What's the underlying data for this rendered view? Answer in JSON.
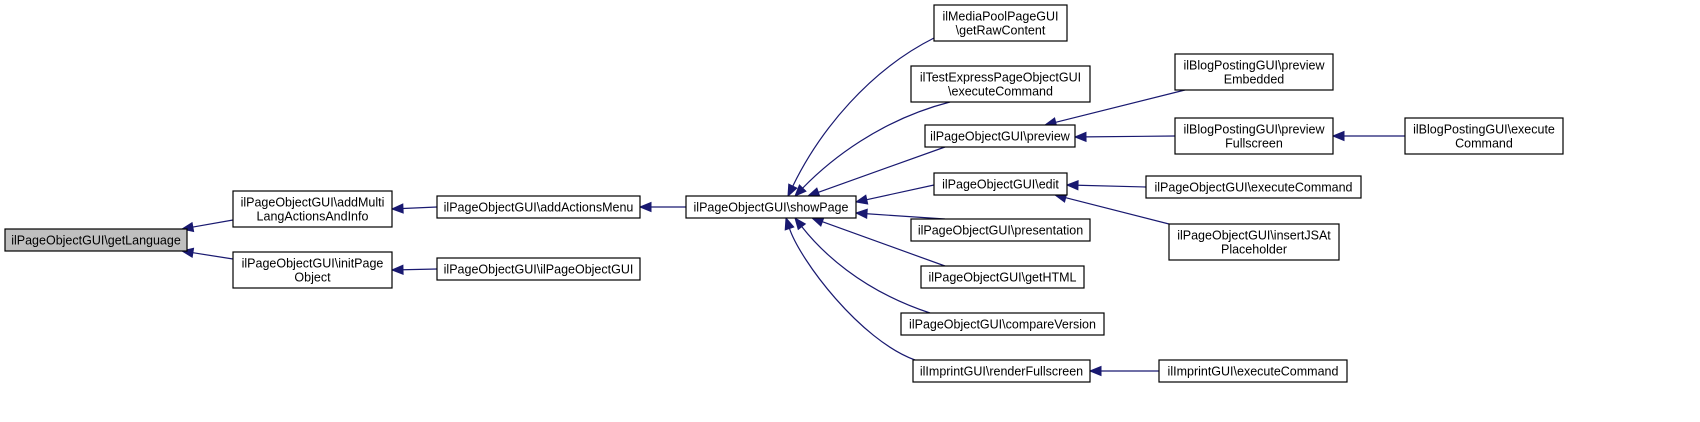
{
  "colors": {
    "edge": "#191970",
    "root_fill": "#bfbfbf",
    "node_fill": "#ffffff",
    "node_border": "#000000"
  },
  "nodes": [
    {
      "id": "getLanguage",
      "lines": [
        "ilPageObjectGUI\\getLanguage"
      ],
      "root": true
    },
    {
      "id": "addMultiLang",
      "lines": [
        "ilPageObjectGUI\\addMulti",
        "LangActionsAndInfo"
      ]
    },
    {
      "id": "initPageObject",
      "lines": [
        "ilPageObjectGUI\\initPage",
        "Object"
      ]
    },
    {
      "id": "addActionsMenu",
      "lines": [
        "ilPageObjectGUI\\addActionsMenu"
      ]
    },
    {
      "id": "ctor",
      "lines": [
        "ilPageObjectGUI\\ilPageObjectGUI"
      ]
    },
    {
      "id": "showPage",
      "lines": [
        "ilPageObjectGUI\\showPage"
      ]
    },
    {
      "id": "mediaPool",
      "lines": [
        "ilMediaPoolPageGUI",
        "\\getRawContent"
      ]
    },
    {
      "id": "testExpress",
      "lines": [
        "ilTestExpressPageObjectGUI",
        "\\executeCommand"
      ]
    },
    {
      "id": "preview",
      "lines": [
        "ilPageObjectGUI\\preview"
      ]
    },
    {
      "id": "edit",
      "lines": [
        "ilPageObjectGUI\\edit"
      ]
    },
    {
      "id": "presentation",
      "lines": [
        "ilPageObjectGUI\\presentation"
      ]
    },
    {
      "id": "getHTML",
      "lines": [
        "ilPageObjectGUI\\getHTML"
      ]
    },
    {
      "id": "compareVersion",
      "lines": [
        "ilPageObjectGUI\\compareVersion"
      ]
    },
    {
      "id": "renderFullscreen",
      "lines": [
        "ilImprintGUI\\renderFullscreen"
      ]
    },
    {
      "id": "blogPrevEmb",
      "lines": [
        "ilBlogPostingGUI\\preview",
        "Embedded"
      ]
    },
    {
      "id": "blogPrevFull",
      "lines": [
        "ilBlogPostingGUI\\preview",
        "Fullscreen"
      ]
    },
    {
      "id": "pageExec",
      "lines": [
        "ilPageObjectGUI\\executeCommand"
      ]
    },
    {
      "id": "insertJS",
      "lines": [
        "ilPageObjectGUI\\insertJSAt",
        "Placeholder"
      ]
    },
    {
      "id": "imprintExec",
      "lines": [
        "ilImprintGUI\\executeCommand"
      ]
    },
    {
      "id": "blogExec",
      "lines": [
        "ilBlogPostingGUI\\execute",
        "Command"
      ]
    }
  ],
  "edges": [
    {
      "from": "addMultiLang",
      "to": "getLanguage"
    },
    {
      "from": "initPageObject",
      "to": "getLanguage"
    },
    {
      "from": "addActionsMenu",
      "to": "addMultiLang"
    },
    {
      "from": "ctor",
      "to": "initPageObject"
    },
    {
      "from": "showPage",
      "to": "addActionsMenu"
    },
    {
      "from": "mediaPool",
      "to": "showPage"
    },
    {
      "from": "testExpress",
      "to": "showPage"
    },
    {
      "from": "preview",
      "to": "showPage"
    },
    {
      "from": "edit",
      "to": "showPage"
    },
    {
      "from": "presentation",
      "to": "showPage"
    },
    {
      "from": "getHTML",
      "to": "showPage"
    },
    {
      "from": "compareVersion",
      "to": "showPage"
    },
    {
      "from": "renderFullscreen",
      "to": "showPage"
    },
    {
      "from": "blogPrevEmb",
      "to": "preview"
    },
    {
      "from": "blogPrevFull",
      "to": "preview"
    },
    {
      "from": "pageExec",
      "to": "edit"
    },
    {
      "from": "insertJS",
      "to": "edit"
    },
    {
      "from": "imprintExec",
      "to": "renderFullscreen"
    },
    {
      "from": "blogExec",
      "to": "blogPrevFull"
    }
  ]
}
